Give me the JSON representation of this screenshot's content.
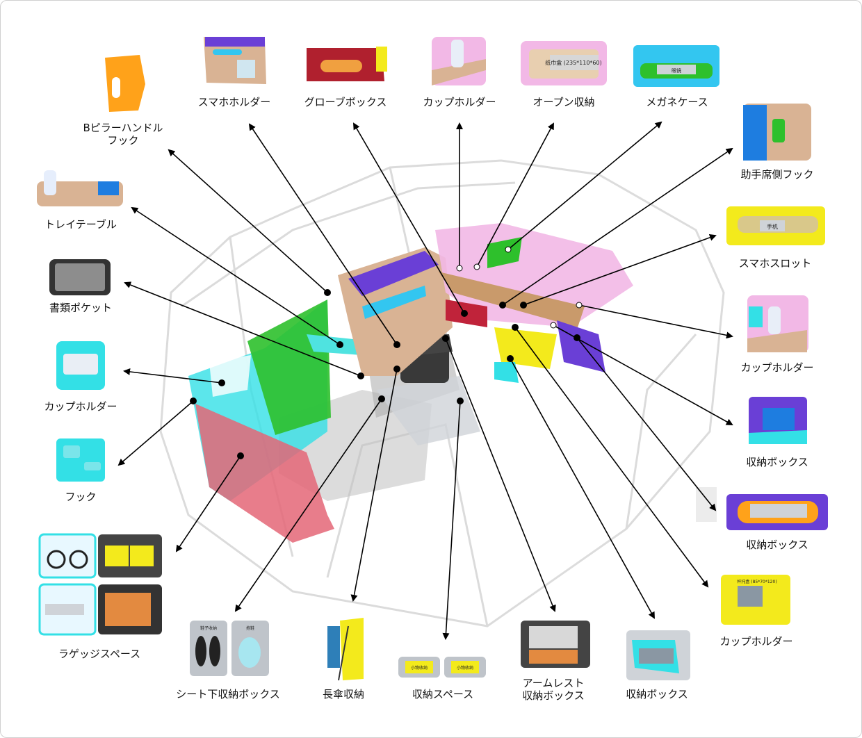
{
  "labels": {
    "b_pillar_hook_line1": "Bピラーハンドル",
    "b_pillar_hook_line2": "フック",
    "smartphone_holder": "スマホホルダー",
    "glove_box": "グローブボックス",
    "cup_holder_top": "カップホルダー",
    "open_storage": "オープン収納",
    "glasses_case": "メガネケース",
    "passenger_hook": "助手席側フック",
    "tray_table": "トレイテーブル",
    "smartphone_slot": "スマホスロット",
    "document_pocket": "書類ポケット",
    "cup_holder_right": "カップホルダー",
    "cup_holder_left": "カップホルダー",
    "storage_box_right1": "収納ボックス",
    "hook": "フック",
    "storage_box_right2": "収納ボックス",
    "cup_holder_bottom_right": "カップホルダー",
    "luggage_space": "ラゲッジスペース",
    "underseat_box": "シート下収納ボックス",
    "umbrella_storage": "長傘収納",
    "storage_space": "収納スペース",
    "armrest_box_line1": "アームレスト",
    "armrest_box_line2": "収納ボックス",
    "storage_box_bottom": "収納ボックス"
  },
  "thumb_text": {
    "open_storage_size": "纸巾盒 (235*110*60)",
    "phone_slot": "手机",
    "cup_bottom": "杯托盒 (85*70*120)",
    "storage_space_tag": "小物收纳",
    "glasses": "眼镜",
    "underseat_tag1": "鞋子收纳",
    "underseat_tag2": "拖鞋"
  },
  "colors": {
    "accent_pink": "#f2b8e6",
    "accent_green": "#2ec02c",
    "accent_cyan": "#33e0e6",
    "accent_yellow": "#f3ea1c",
    "accent_purple": "#6a3fd6",
    "accent_tan": "#d9b394",
    "accent_red": "#d9536a",
    "accent_orange": "#ffa21a"
  }
}
